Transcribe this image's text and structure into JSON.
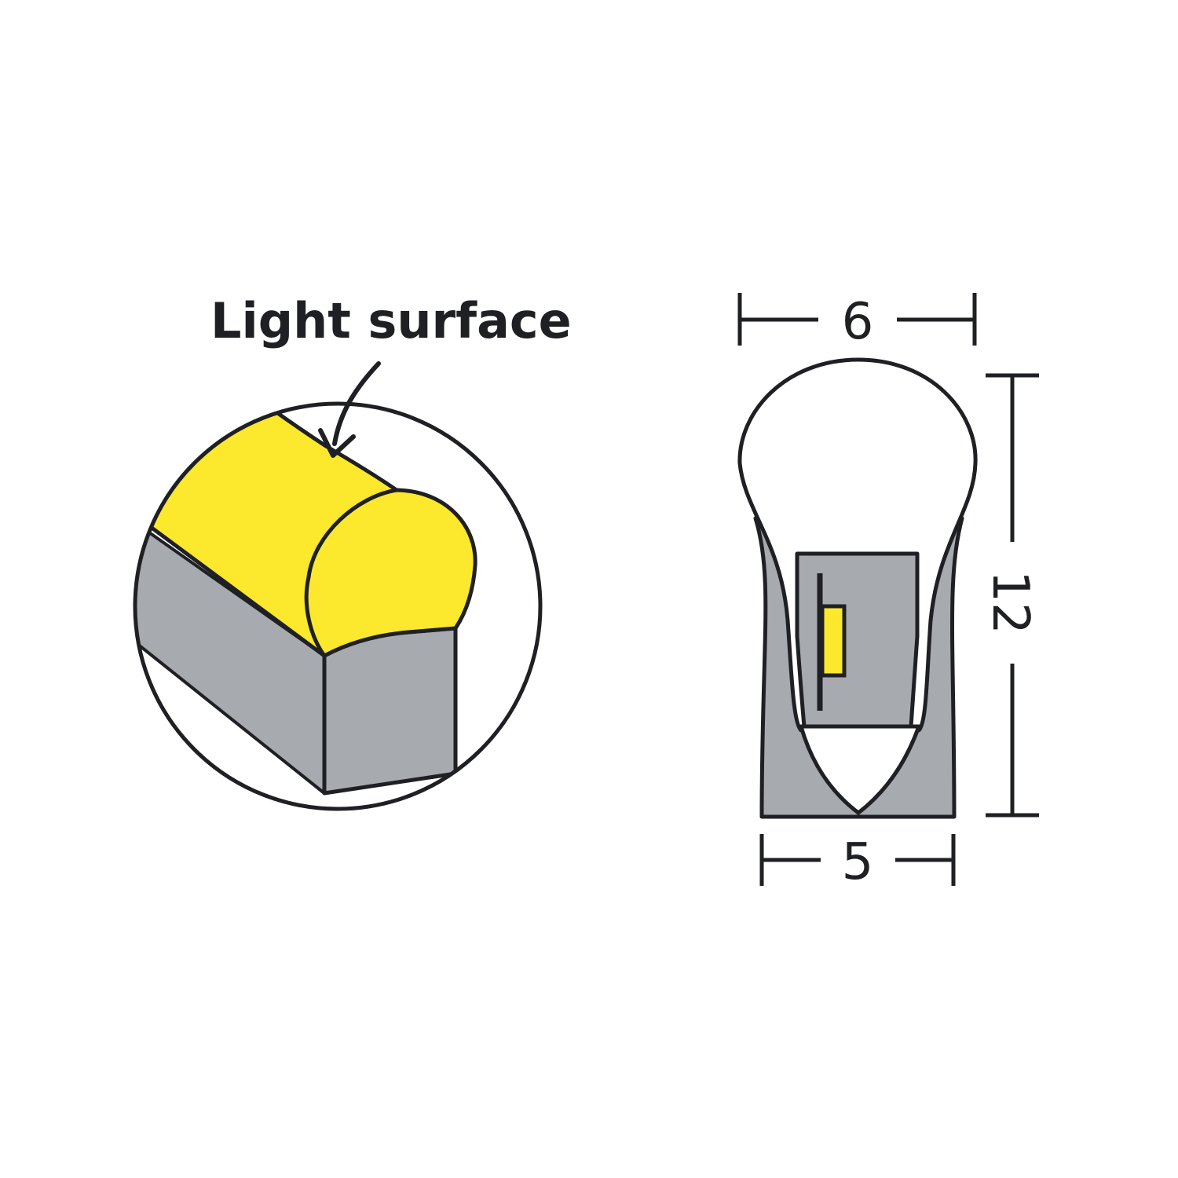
{
  "detail_view": {
    "callout_label": "Light surface"
  },
  "cross_section": {
    "dimensions": {
      "top_width": "6",
      "bottom_width": "5",
      "height": "12"
    }
  },
  "colors": {
    "outline": "#1f2024",
    "light_surface": "#fce82c",
    "housing": "#a7aaaf",
    "background": "#ffffff"
  }
}
